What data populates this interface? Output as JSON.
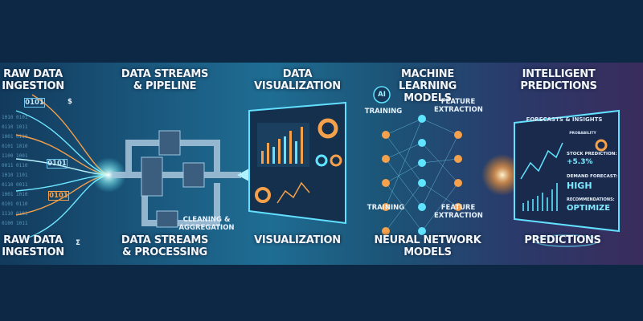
{
  "stages_top": [
    {
      "line1": "RAW DATA",
      "line2": "INGESTION"
    },
    {
      "line1": "DATA STREAMS",
      "line2": "& PIPELINE"
    },
    {
      "line1": "DATA",
      "line2": "VISUALIZATION"
    },
    {
      "line1": "MACHINE LEARNING",
      "line2": "MODELS"
    },
    {
      "line1": "INTELLIGENT",
      "line2": "PREDICTIONS"
    }
  ],
  "stages_bottom": [
    {
      "line1": "RAW DATA",
      "line2": "INGESTION"
    },
    {
      "line1": "DATA STREAMS",
      "line2": "& PROCESSING"
    },
    {
      "line1": "VISUALIZATION",
      "line2": ""
    },
    {
      "line1": "NEURAL NETWORK",
      "line2": "MODELS"
    },
    {
      "line1": "PREDICTIONS",
      "line2": ""
    }
  ],
  "annotations": {
    "cleaning_1": "CLEANING &",
    "cleaning_2": "AGGREGATION",
    "ai_badge": "AI",
    "training_top": "TRAINING",
    "training_bottom": "TRAINING",
    "feature_top_1": "FEATURE",
    "feature_top_2": "EXTRACTION",
    "feature_bottom_1": "FEATURE",
    "feature_bottom_2": "EXTRACTION",
    "binary": "0101",
    "dollar": "$",
    "sigma": "Σ"
  },
  "predictions_panel": {
    "title": "FORECASTS & INSIGHTS",
    "probability": "PROBABILITY",
    "stock_label": "STOCK PREDICTION:",
    "stock_value": "+5.3%",
    "demand_label": "DEMAND FORECAST:",
    "demand_value": "HIGH",
    "rec_label": "RECOMMENDATIONS:",
    "rec_value": "OPTIMIZE"
  },
  "colors": {
    "background": "#0d2845",
    "accent_cyan": "#5fe3ff",
    "accent_orange": "#f5a04a"
  }
}
